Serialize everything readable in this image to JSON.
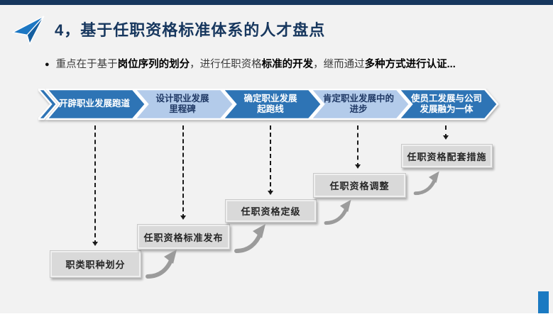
{
  "slide": {
    "title": "4，基于任职资格标准体系的人才盘点",
    "bullet": {
      "marker": "●",
      "segments": [
        {
          "text": "重点在于基于",
          "bold": false
        },
        {
          "text": "岗位序列的划分",
          "bold": true
        },
        {
          "text": "，进行任职资格",
          "bold": false
        },
        {
          "text": "标准的开发",
          "bold": true
        },
        {
          "text": "，继而通过",
          "bold": false
        },
        {
          "text": "多种方式进行认证...",
          "bold": true
        }
      ]
    },
    "chevrons": [
      {
        "label": "开辟职业发展跑道",
        "style": "dark"
      },
      {
        "label": "设计职业发展\n里程碑",
        "style": "light"
      },
      {
        "label": "确定职业发展\n起跑线",
        "style": "dark"
      },
      {
        "label": "肯定职业发展中的\n进步",
        "style": "light"
      },
      {
        "label": "使员工发展与公司\n发展融为一体",
        "style": "dark"
      }
    ],
    "steps": [
      "职类职种划分",
      "任职资格标准发布",
      "任职资格定级",
      "任职资格调整",
      "任职资格配套措施"
    ],
    "colors": {
      "chevron_dark": "#2E74B5",
      "chevron_light": "#B3CBEA",
      "navy": "#17375E",
      "plane_blue": "#1C77C3",
      "plane_shade": "#155FA0",
      "corner_blue": "#1B7AC2",
      "box_gray": "#D9D9D9",
      "swoosh_gray": "#9B9B9B"
    }
  }
}
